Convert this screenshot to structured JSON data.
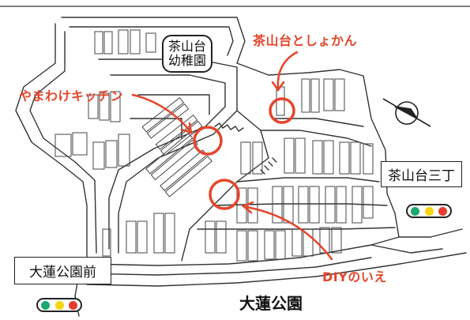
{
  "labels": {
    "kindergarten_line1": "茶山台",
    "kindergarten_line2": "幼稚園",
    "library": "茶山台としょかん",
    "kitchen": "やまわけキッチン",
    "diy": "DIYのいえ",
    "stop_east": "茶山台三丁",
    "stop_west": "大蓮公園前",
    "park": "大蓮公園"
  },
  "colors": {
    "accent_red": "#e5452b",
    "signal_green": "#1aa870",
    "signal_yellow": "#f5d60f",
    "signal_red": "#e73a2e"
  },
  "icons": {
    "north_compass": "compass-icon",
    "traffic_signal": "traffic-signal-icon"
  }
}
